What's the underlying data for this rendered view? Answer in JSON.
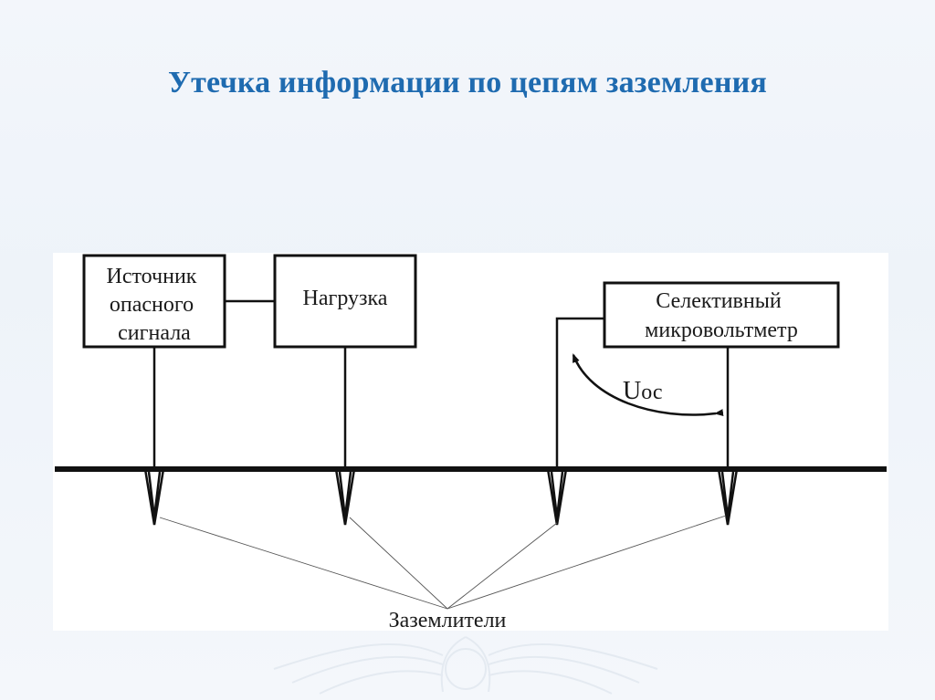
{
  "title": "Утечка информации по цепям заземления",
  "source_block": {
    "lines": [
      "Источник",
      "опасного",
      "сигнала"
    ]
  },
  "load_block": {
    "label": "Нагрузка"
  },
  "voltmeter_block": {
    "lines": [
      "Селективный",
      "микровольтметр"
    ]
  },
  "voltage_label": {
    "main": "U",
    "sub": "ос"
  },
  "ground_label": "Заземлители"
}
